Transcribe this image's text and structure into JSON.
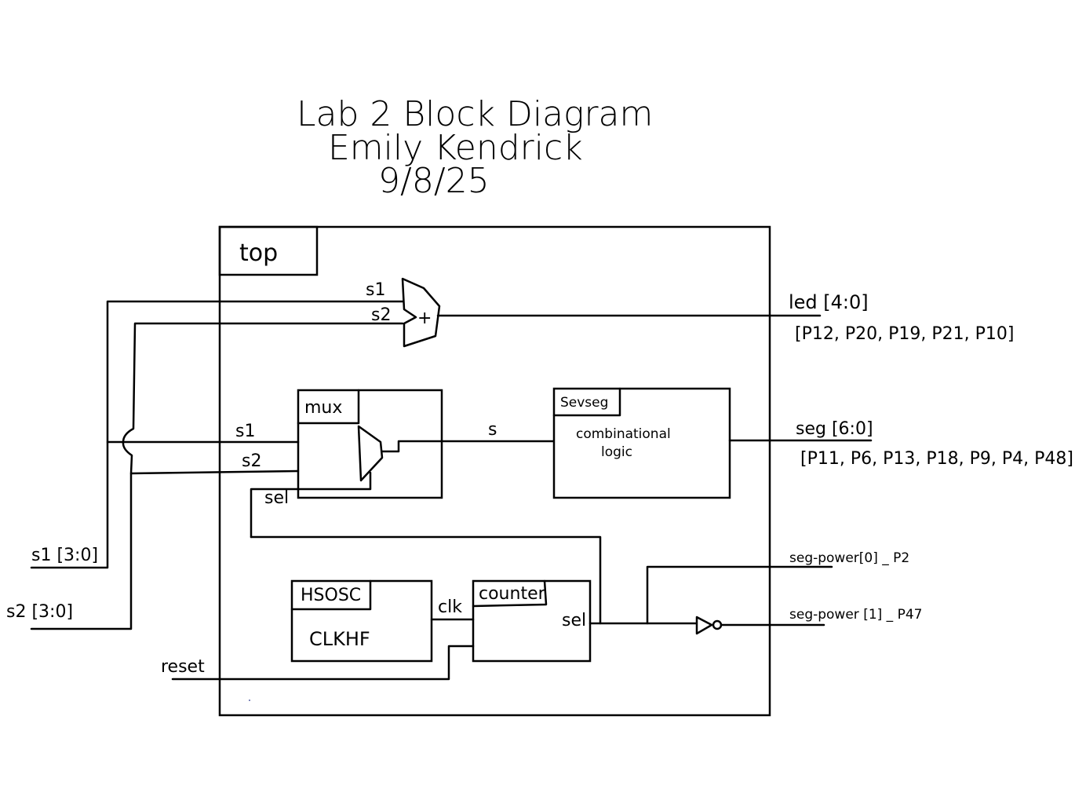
{
  "header": {
    "title": "Lab 2 Block Diagram",
    "author": "Emily Kendrick",
    "date": "9/8/25"
  },
  "top_module": {
    "label": "top"
  },
  "adder": {
    "symbol": "+",
    "input_labels": [
      "s1",
      "s2"
    ]
  },
  "mux_block": {
    "label": "mux",
    "input_labels": [
      "s1",
      "s2"
    ],
    "select_label": "sel",
    "output_label": "s"
  },
  "sevseg_block": {
    "label": "Sevseg",
    "description_line1": "combinational",
    "description_line2": "logic"
  },
  "hsosc_block": {
    "label": "HSOSC",
    "inner_label": "CLKHF",
    "output_label": "clk"
  },
  "counter_block": {
    "label": "counter",
    "output_label": "sel"
  },
  "inputs": {
    "s1": "s1 [3:0]",
    "s2": "s2 [3:0]",
    "reset": "reset"
  },
  "outputs": {
    "led": {
      "name": "led [4:0]",
      "pins": "[P12, P20, P19, P21, P10]"
    },
    "seg": {
      "name": "seg [6:0]",
      "pins": "[P11, P6, P13, P18, P9, P4, P48]"
    },
    "seg_power_0": "seg-power[0] _ P2",
    "seg_power_1": "seg-power [1] _ P47"
  }
}
